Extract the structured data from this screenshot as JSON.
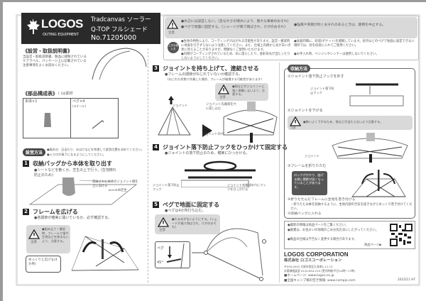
{
  "header": {
    "brand": "LOGOS",
    "brand_sub": "OUTING EQUIPMENT",
    "product_line1": "Tradcanvas ソーラー",
    "product_line2": "Q-TOP フルシェード",
    "product_number": "No.71205000"
  },
  "top_caution": {
    "label": "注意",
    "items_left": [
      "●水辺には設営しない。(急なかさの増水により、重大な事故のおそれ)",
      "●ペグで地面に固定する。(シェードが風で飛ばされ、けがのおそれ)"
    ],
    "item_right": "●強風や突風が吹くおそれのあるときは、使用を中止する。"
  },
  "top_notes": {
    "badge": "上手な使い方",
    "items_left": [
      "●生地の特性により、コーティングがはがれる可能性があります。設営・撤収時に地面を引きずらないよう注意してください。また、仕様上内側から光が白い点状に見えることがありますが、問題なくご使用いただけます。",
      "●内側がコーティングされているため、水に濡らしたり、直射日光が当たったりしないようにしてください。"
    ],
    "items_right": [
      "●床面四隅に、砂袋(ポケット)を縫製しています。砂浜などのペグで地面に固定できない場所では、砂を砂袋に入れてご使用ください。",
      "●お手入れ時、ベンジンやシンナーは使用しないでください。"
    ]
  },
  "manual": {
    "title": "《設営・取扱説明書》",
    "text": "当設営・取扱説明書、製品に縫製されているケアラベル、パッケージ上に記載されている注意事項をよくお読みください。"
  },
  "parts": {
    "title": "《部品構成表》",
    "note": "( )は素材",
    "items": [
      {
        "name": "本体×1"
      },
      {
        "name": "ペグ×4",
        "material": "(スチール)"
      }
    ]
  },
  "setup": {
    "badge": "設営方法",
    "notes": [
      "●風向き、日当たり、水はけなどを考慮して設営位置を決めてください。",
      "●入り口が風下になるようにしてください。"
    ]
  },
  "steps": [
    {
      "num": "1",
      "title": "収納バッグから本体を取り出す",
      "desc": "●シートなどを敷くか、芝生の上で行う。(生地擦れ防止のため)",
      "labels": [
        "収納された本体のジョイント側を上に向ける",
        "シートや芝生"
      ]
    },
    {
      "num": "2",
      "title": "フレームを広げる",
      "desc": "●各関節が確実に開いているか、必ず確認する。",
      "caution": "●組み立て・撤収時、フレームで指や生地などを挟まないよう、注意する。",
      "callout": "ゆっくりと広げる(4か所)"
    },
    {
      "num": "3",
      "title": "ジョイントを持ち上げて、連結させる",
      "desc": "●フレームの関節がねじれていないか確認する。",
      "desc2": "(ねじれた状態で作業した場合、フレームが破損する可能性があります)",
      "caution": "●指などがジョイントに強く接触しないよう、注意する。",
      "labels": [
        "ジョイント",
        "ジョイント先端部を穴に差し込む",
        "ジョイントの穴"
      ]
    },
    {
      "num": "4",
      "title": "ジョイント落下防止フックをひっかけて固定する",
      "desc": "●ジョイントの落下防止のため、確実にひっかける。",
      "labels": [
        "ジョイント落下防止フック",
        "ジョイント先端部の穴にフックをひっかける"
      ]
    },
    {
      "num": "5",
      "title": "ペグで地面に固定する",
      "desc": "●ペグは4か所打ち込む。",
      "caution": "●たるみがないようにする。(シェードが風で飛ばされ、けがのおそれ)",
      "labels": [
        "ペグ",
        "45°"
      ]
    }
  ],
  "storage": {
    "title": "収納方法",
    "s1": "①ジョイント落下防止フックを外す",
    "s1_label": "ジョイント落下防止フック",
    "s2": "②ジョイントを下げる",
    "s2_caution": "●勢いよく下がるため、指などが当たらないよう注意する。",
    "s2_label": "ジョイント",
    "s3": "③フレームを折りたたむ",
    "s3_note": "ロックがかかり、曲げる際に関節が固くなっていることがあります。",
    "s4": "④折りたたんだフレームに生地を巻き付ける",
    "s4_note": "・折りたたみ傘を収納するように、生地内部の空気を抜きながらゆっくり巻き付けてください。",
    "s5": "⑤収納バッグに入れる"
  },
  "info": {
    "items": [
      "●最新の情報は商品ページをご覧ください。",
      "●廃棄は、お住まいの地域のごみ分別方法にしたがってください。",
      "●製品の仕様は予告なく変更する場合があります。"
    ],
    "link": "商品ページ▶"
  },
  "company": {
    "name_en": "LOGOS CORPORATION",
    "name_jp": "株式会社 ロゴスコーポレーション",
    "address": "〒550-0025 大阪市西区九条南1-11-13",
    "phone": "お客様相談室 0120-654-219 (受付時間:平日10時〜17時)",
    "homepage": "■ホームページ: www.logos.ne.jp",
    "campsite": "■全国キャンプ場の空き情報: www.campjo.com",
    "date": "2022/11 HT"
  },
  "caution_label": "注意"
}
